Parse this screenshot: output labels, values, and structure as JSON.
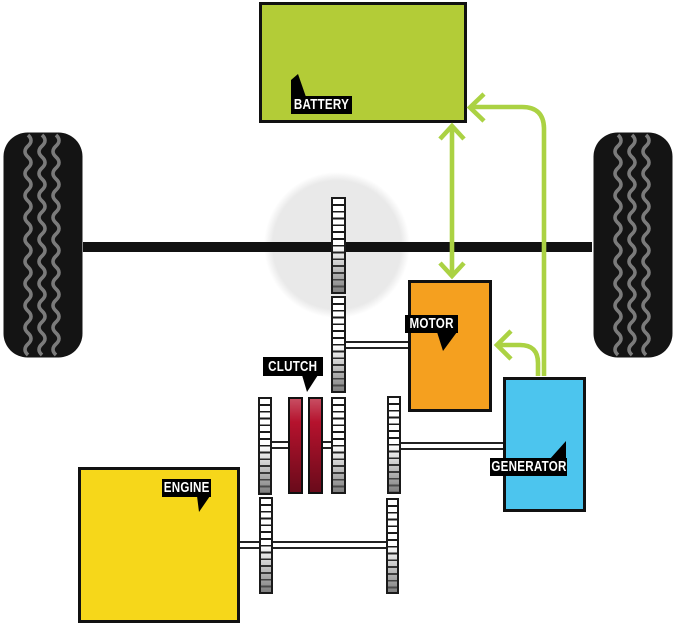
{
  "labels": {
    "battery": "BATTERY",
    "motor": "MOTOR",
    "generator": "GENERATOR",
    "engine": "ENGINE",
    "clutch": "CLUTCH"
  },
  "connections": [
    {
      "from": "battery",
      "to": "motor",
      "type": "electric",
      "bidirectional": true
    },
    {
      "from": "generator",
      "to": "battery",
      "type": "electric",
      "bidirectional": false
    },
    {
      "from": "generator",
      "to": "motor",
      "type": "electric",
      "bidirectional": false
    }
  ],
  "colors": {
    "battery": "#b3cc37",
    "motor": "#f5a01f",
    "generator": "#4cc5ee",
    "engine": "#f6d71a",
    "clutch": "#b5122d",
    "arrow": "#abd243",
    "tire": "#141414",
    "tread": "#7b7b7b",
    "axle": "#111111",
    "label_bg": "#000000",
    "label_text": "#ffffff",
    "gear_stripe": "#1a1a1a",
    "differential_circle": "#e9e9e9"
  }
}
